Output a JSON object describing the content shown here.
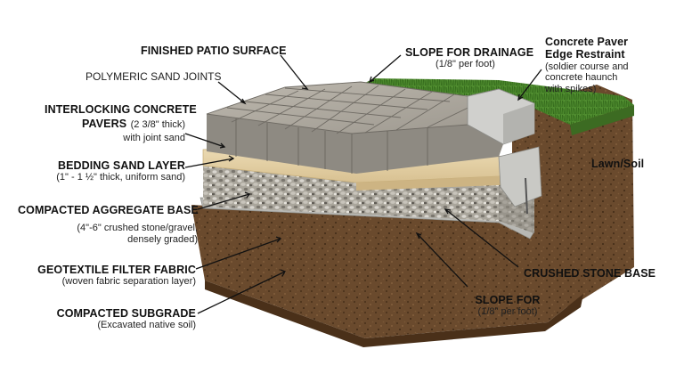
{
  "labels": {
    "finished_surface": {
      "title": "FINISHED PATIO SURFACE"
    },
    "polymeric_sand": {
      "title": "POLYMERIC SAND JOINTS"
    },
    "pavers": {
      "title_1": "INTERLOCKING CONCRETE",
      "title_2": "PAVERS",
      "thickness": "(2 3/8\" thick)",
      "sub": "with joint sand"
    },
    "bedding_sand": {
      "title": "BEDDING SAND LAYER",
      "sub": "(1\" - 1 ½\" thick, uniform sand)"
    },
    "aggregate_base": {
      "title": "COMPACTED AGGREGATE BASE",
      "sub_1": "(4\"-6\" crushed stone/gravel,",
      "sub_2": "densely graded)"
    },
    "geotextile": {
      "title": "GEOTEXTILE FILTER FABRIC",
      "sub": "(woven fabric separation layer)"
    },
    "subgrade": {
      "title": "COMPACTED SUBGRADE",
      "sub": "(Excavated native soil)"
    },
    "slope_top": {
      "title": "SLOPE FOR DRAINAGE",
      "sub": "(1/8\" per foot)"
    },
    "edge_restraint": {
      "title_1": "Concrete Paver",
      "title_2": "Edge Restraint",
      "sub_1": "(soldier course and",
      "sub_2": "concrete haunch",
      "sub_3": "with spikes)"
    },
    "lawn_soil": {
      "title": "Lawn/Soil"
    },
    "crushed_stone": {
      "title": "CRUSHED STONE BASE"
    },
    "slope_bottom": {
      "title": "SLOPE FOR",
      "sub": "(1/8\" per foot)"
    }
  },
  "colors": {
    "soil": "#6b4a2c",
    "soil_dark": "#4a3019",
    "gravel": "#a8a49a",
    "sand": "#e6d3a8",
    "paver": "#a9a59d",
    "grass": "#4d8a2e",
    "fabric": "#b9b9b9",
    "concrete": "#cfcfcc"
  }
}
